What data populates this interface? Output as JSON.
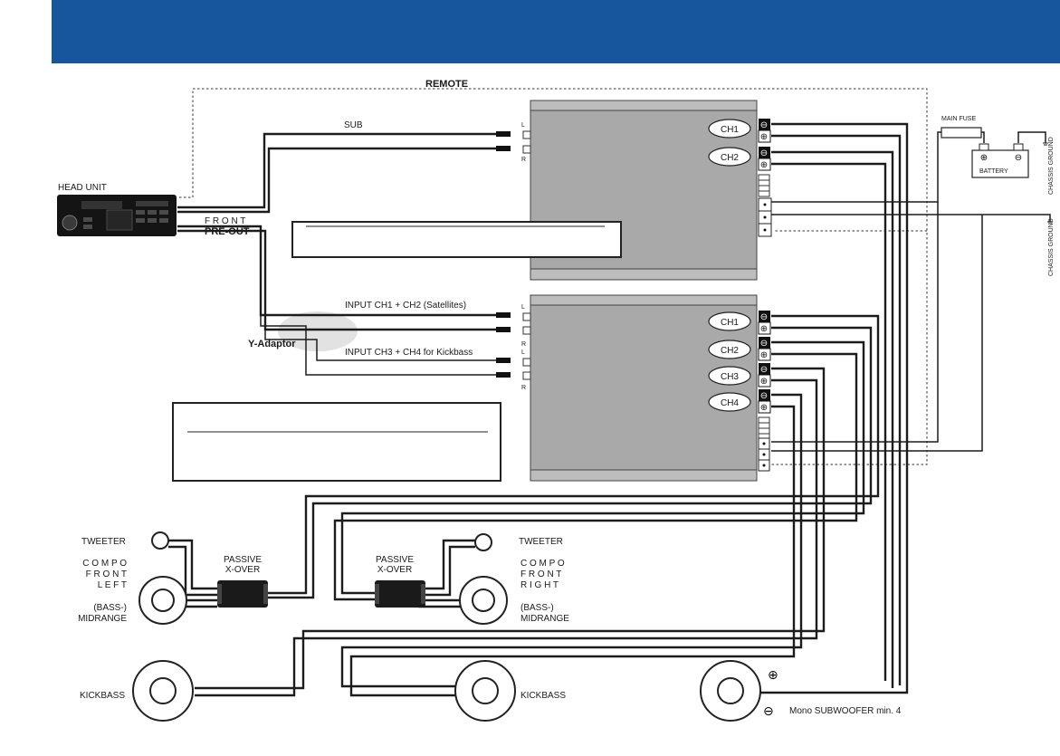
{
  "labels": {
    "remote": "REMOTE",
    "sub": "SUB",
    "head_unit": "HEAD UNIT",
    "front": "F R O N T",
    "pre_out": "PRE-OUT",
    "input_ch12": "INPUT CH1 + CH2 (Satellites)",
    "input_ch34": "INPUT CH3 + CH4 for Kickbass",
    "y_adaptor": "Y-Adaptor",
    "main_fuse": "MAIN FUSE",
    "battery": "BATTERY",
    "chassis_ground_1": "CHASSIS GROUND",
    "chassis_ground_2": "CHASSIS GROUND",
    "tweeter_left": "TWEETER",
    "tweeter_right": "TWEETER",
    "compo_front_left": [
      "C O M P O",
      "F R O N T",
      "L E F T"
    ],
    "compo_front_right": [
      "C O M P O",
      "F R O N T",
      "R I G H T"
    ],
    "bass_midrange_left": [
      "(BASS-)",
      "MIDRANGE"
    ],
    "bass_midrange_right": [
      "(BASS-)",
      "MIDRANGE"
    ],
    "passive_xover_left": [
      "PASSIVE",
      "X-OVER"
    ],
    "passive_xover_right": [
      "PASSIVE",
      "X-OVER"
    ],
    "kickbass_left": "KICKBASS",
    "kickbass_right": "KICKBASS",
    "mono_sub": "Mono SUBWOOFER min. 4",
    "amp1_channels": [
      "CH1",
      "CH2"
    ],
    "amp2_channels": [
      "CH1",
      "CH2",
      "CH3",
      "CH4"
    ],
    "input_lr": [
      "L",
      "R"
    ],
    "minus": "⊖",
    "plus": "⊕"
  },
  "colors": {
    "header_band": "#17569c",
    "amp_body": "#a9a9a9",
    "adaptor_highlight": "#e2e2e2"
  }
}
